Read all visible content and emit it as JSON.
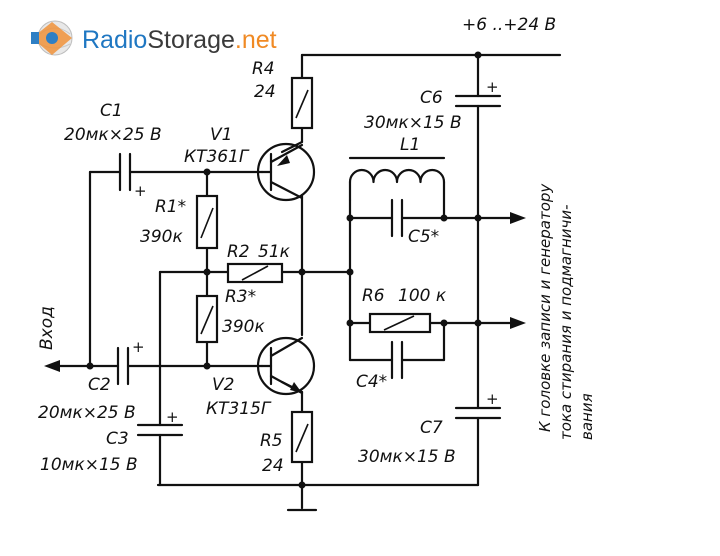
{
  "logo": {
    "part1": "Radio",
    "part2": "Storage",
    "part3": ".net"
  },
  "symbols": {
    "plus": "+"
  },
  "labels": {
    "supply": "+6 ..+24 В",
    "input": "Вход",
    "output_note": [
      "К головке записи и генератору",
      "тока стирания и подмагничи-",
      "вания"
    ]
  },
  "components": {
    "r4": {
      "name": "R4",
      "value": "24"
    },
    "c1": {
      "name": "C1",
      "value": "20мк×25 В"
    },
    "v1": {
      "name": "V1",
      "value": "КТ361Г"
    },
    "r1": {
      "name": "R1*",
      "value": "390к"
    },
    "r2": {
      "name": "R2",
      "value": "51к"
    },
    "r3": {
      "name": "R3*",
      "value": "390к"
    },
    "c2": {
      "name": "C2",
      "value": "20мк×25 В"
    },
    "v2": {
      "name": "V2",
      "value": "КТ315Г"
    },
    "c3": {
      "name": "C3",
      "value": "10мк×15 В"
    },
    "r5": {
      "name": "R5",
      "value": "24"
    },
    "c6": {
      "name": "C6",
      "value": "30мк×15 В"
    },
    "l1": {
      "name": "L1"
    },
    "c5": {
      "name": "C5*"
    },
    "r6": {
      "name": "R6",
      "value": "100 к"
    },
    "c4": {
      "name": "C4*"
    },
    "c7": {
      "name": "C7",
      "value": "30мк×15 В"
    }
  }
}
